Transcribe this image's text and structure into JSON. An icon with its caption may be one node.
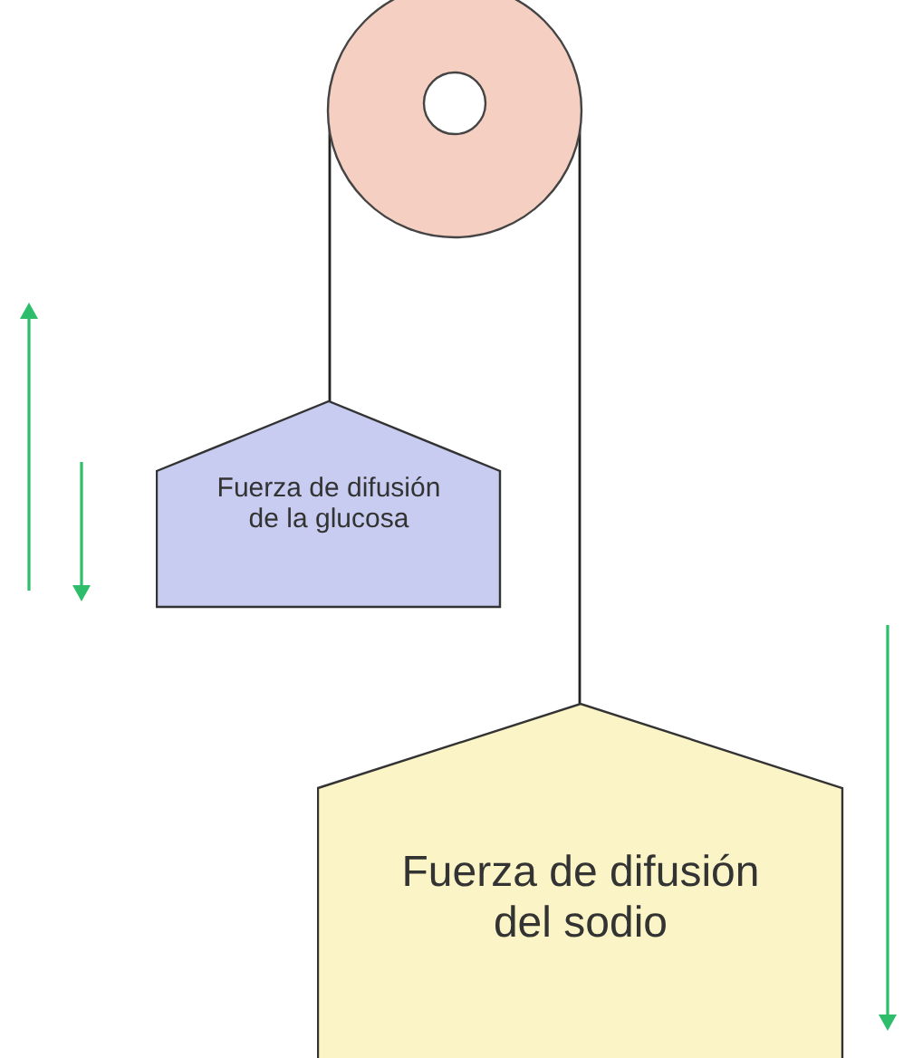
{
  "diagram": {
    "nodes": [
      {
        "text": [],
        "shape": "circle"
      },
      {
        "text": [
          "Fuerza de difusión de la glucosa"
        ]
      },
      {
        "text": [
          "Fuerza de difusión del sodio"
        ]
      }
    ],
    "edges": [
      {
        "from": 0,
        "to": 1,
        "arrow": "none"
      },
      {
        "from": 0,
        "to": 2,
        "arrow": "none"
      }
    ]
  }
}
